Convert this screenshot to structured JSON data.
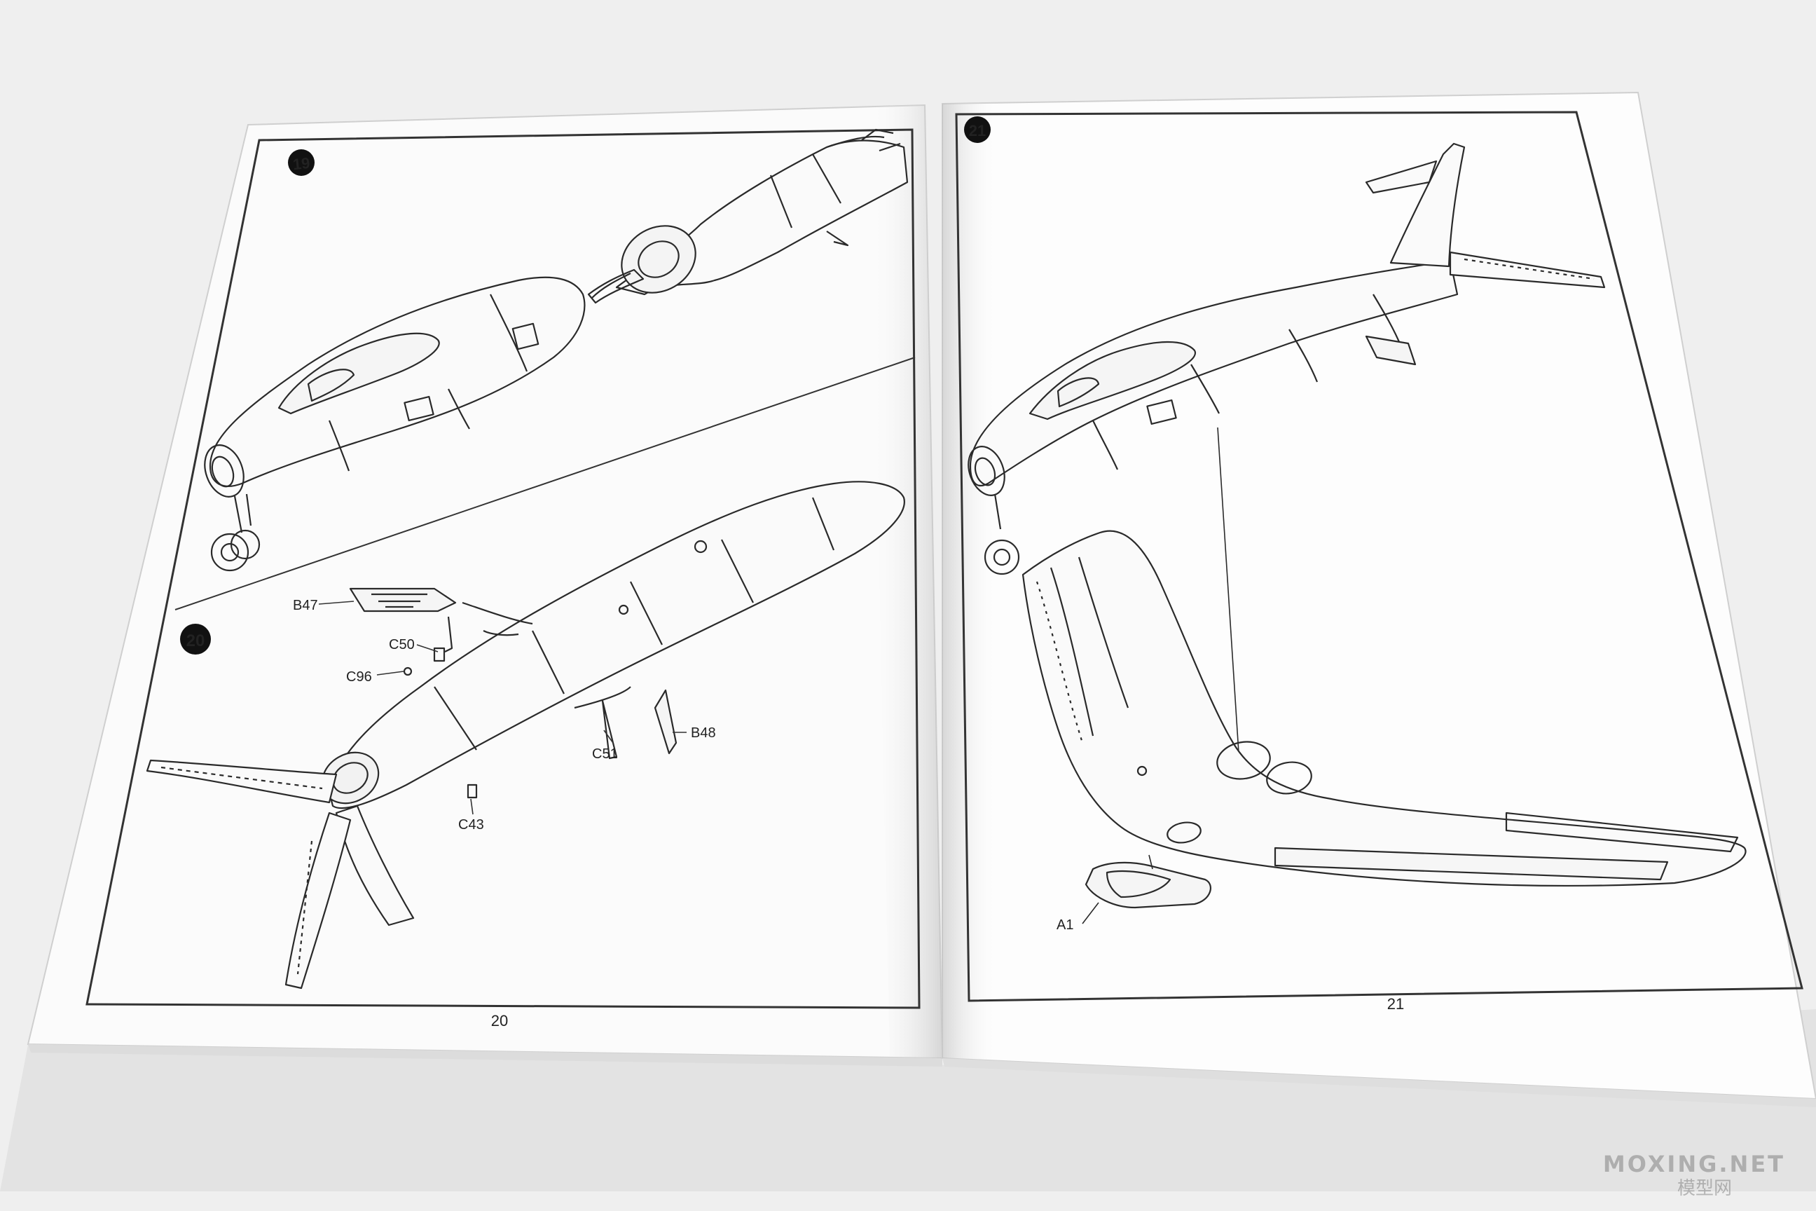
{
  "booklet": {
    "left_page": {
      "page_number": "20",
      "steps": [
        {
          "number": "19"
        },
        {
          "number": "20",
          "part_labels": [
            "B47",
            "C50",
            "C96",
            "C51",
            "B48",
            "C43"
          ]
        }
      ]
    },
    "right_page": {
      "page_number": "21",
      "steps": [
        {
          "number": "21",
          "part_labels": [
            "A1"
          ]
        }
      ]
    }
  },
  "watermark": {
    "site": "MOXING.NET",
    "site_cn": "模型网"
  }
}
